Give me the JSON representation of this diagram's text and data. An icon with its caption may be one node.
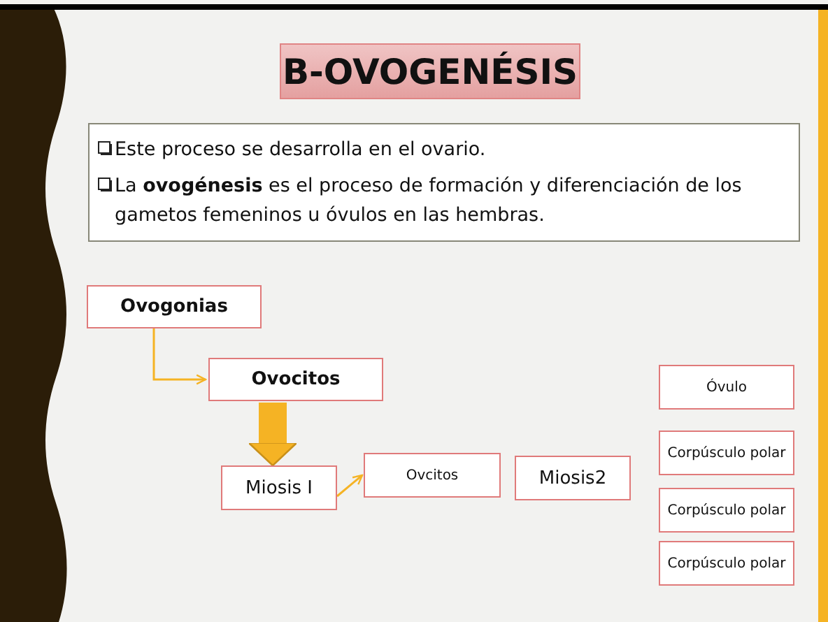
{
  "diagram": {
    "title": "B-OVOGENÉSIS",
    "nodes": [
      {
        "text": [
          "Este proceso se desarrolla en el ovario.",
          "La **ovogénesis** es el proceso de formación y diferenciación de los gametos femeninos u óvulos en las hembras."
        ]
      },
      {
        "text": [
          "Ovogonias"
        ]
      },
      {
        "text": [
          "Ovocitos"
        ]
      },
      {
        "text": [
          "Miosis I"
        ]
      },
      {
        "text": [
          "Ovcitos"
        ]
      },
      {
        "text": [
          "Miosis2"
        ]
      },
      {
        "text": [
          "Óvulo"
        ]
      },
      {
        "text": [
          "Corpúsculo polar"
        ]
      },
      {
        "text": [
          "Corpúsculo polar"
        ]
      },
      {
        "text": [
          "Corpúsculo polar"
        ]
      }
    ],
    "edges": [
      {
        "from": 1,
        "to": 2,
        "arrow": "to"
      },
      {
        "from": 2,
        "to": 3,
        "arrow": "to",
        "style": "thick"
      },
      {
        "from": 3,
        "to": 4,
        "arrow": "to"
      }
    ]
  }
}
